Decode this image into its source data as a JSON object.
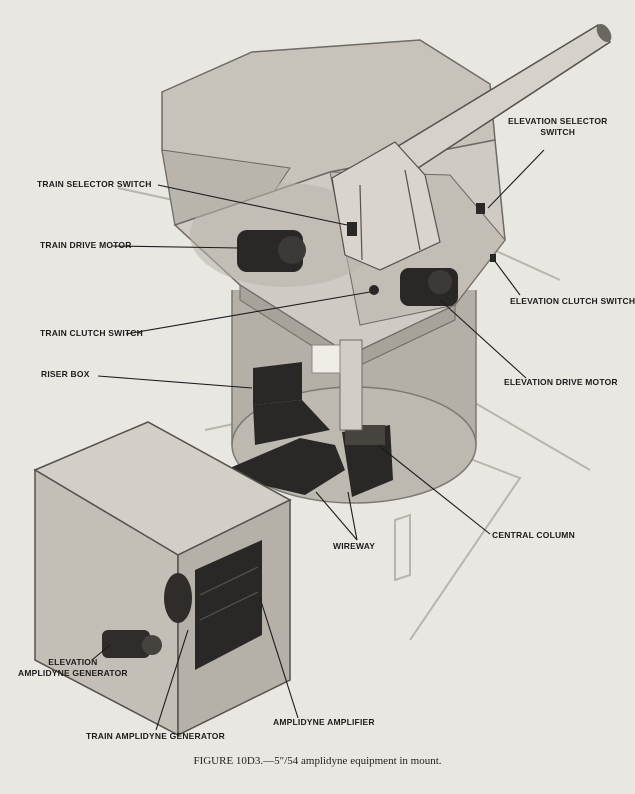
{
  "labels": {
    "elevation_selector_switch": [
      "ELEVATION SELECTOR",
      "SWITCH"
    ],
    "train_selector_switch": "TRAIN SELECTOR SWITCH",
    "train_drive_motor": "TRAIN DRIVE MOTOR",
    "elevation_clutch_switch": "ELEVATION CLUTCH SWITCH",
    "train_clutch_switch": "TRAIN CLUTCH SWITCH",
    "riser_box": "RISER BOX",
    "elevation_drive_motor": "ELEVATION DRIVE MOTOR",
    "central_column": "CENTRAL COLUMN",
    "wireway": "WIREWAY",
    "elevation_amplidyne_generator": [
      "ELEVATION",
      "AMPLIDYNE GENERATOR"
    ],
    "amplidyne_amplifier": "AMPLIDYNE AMPLIFIER",
    "train_amplidyne_generator": "TRAIN AMPLIDYNE GENERATOR"
  },
  "caption": "FIGURE 10D3.—5″/54 amplidyne equipment in mount.",
  "colors": {
    "paper": "#e9e7e2",
    "shell": "#bdb9b1",
    "shell_dark": "#8f8b84",
    "equipment": "#2a2826",
    "leader": "#1c1c1c"
  }
}
